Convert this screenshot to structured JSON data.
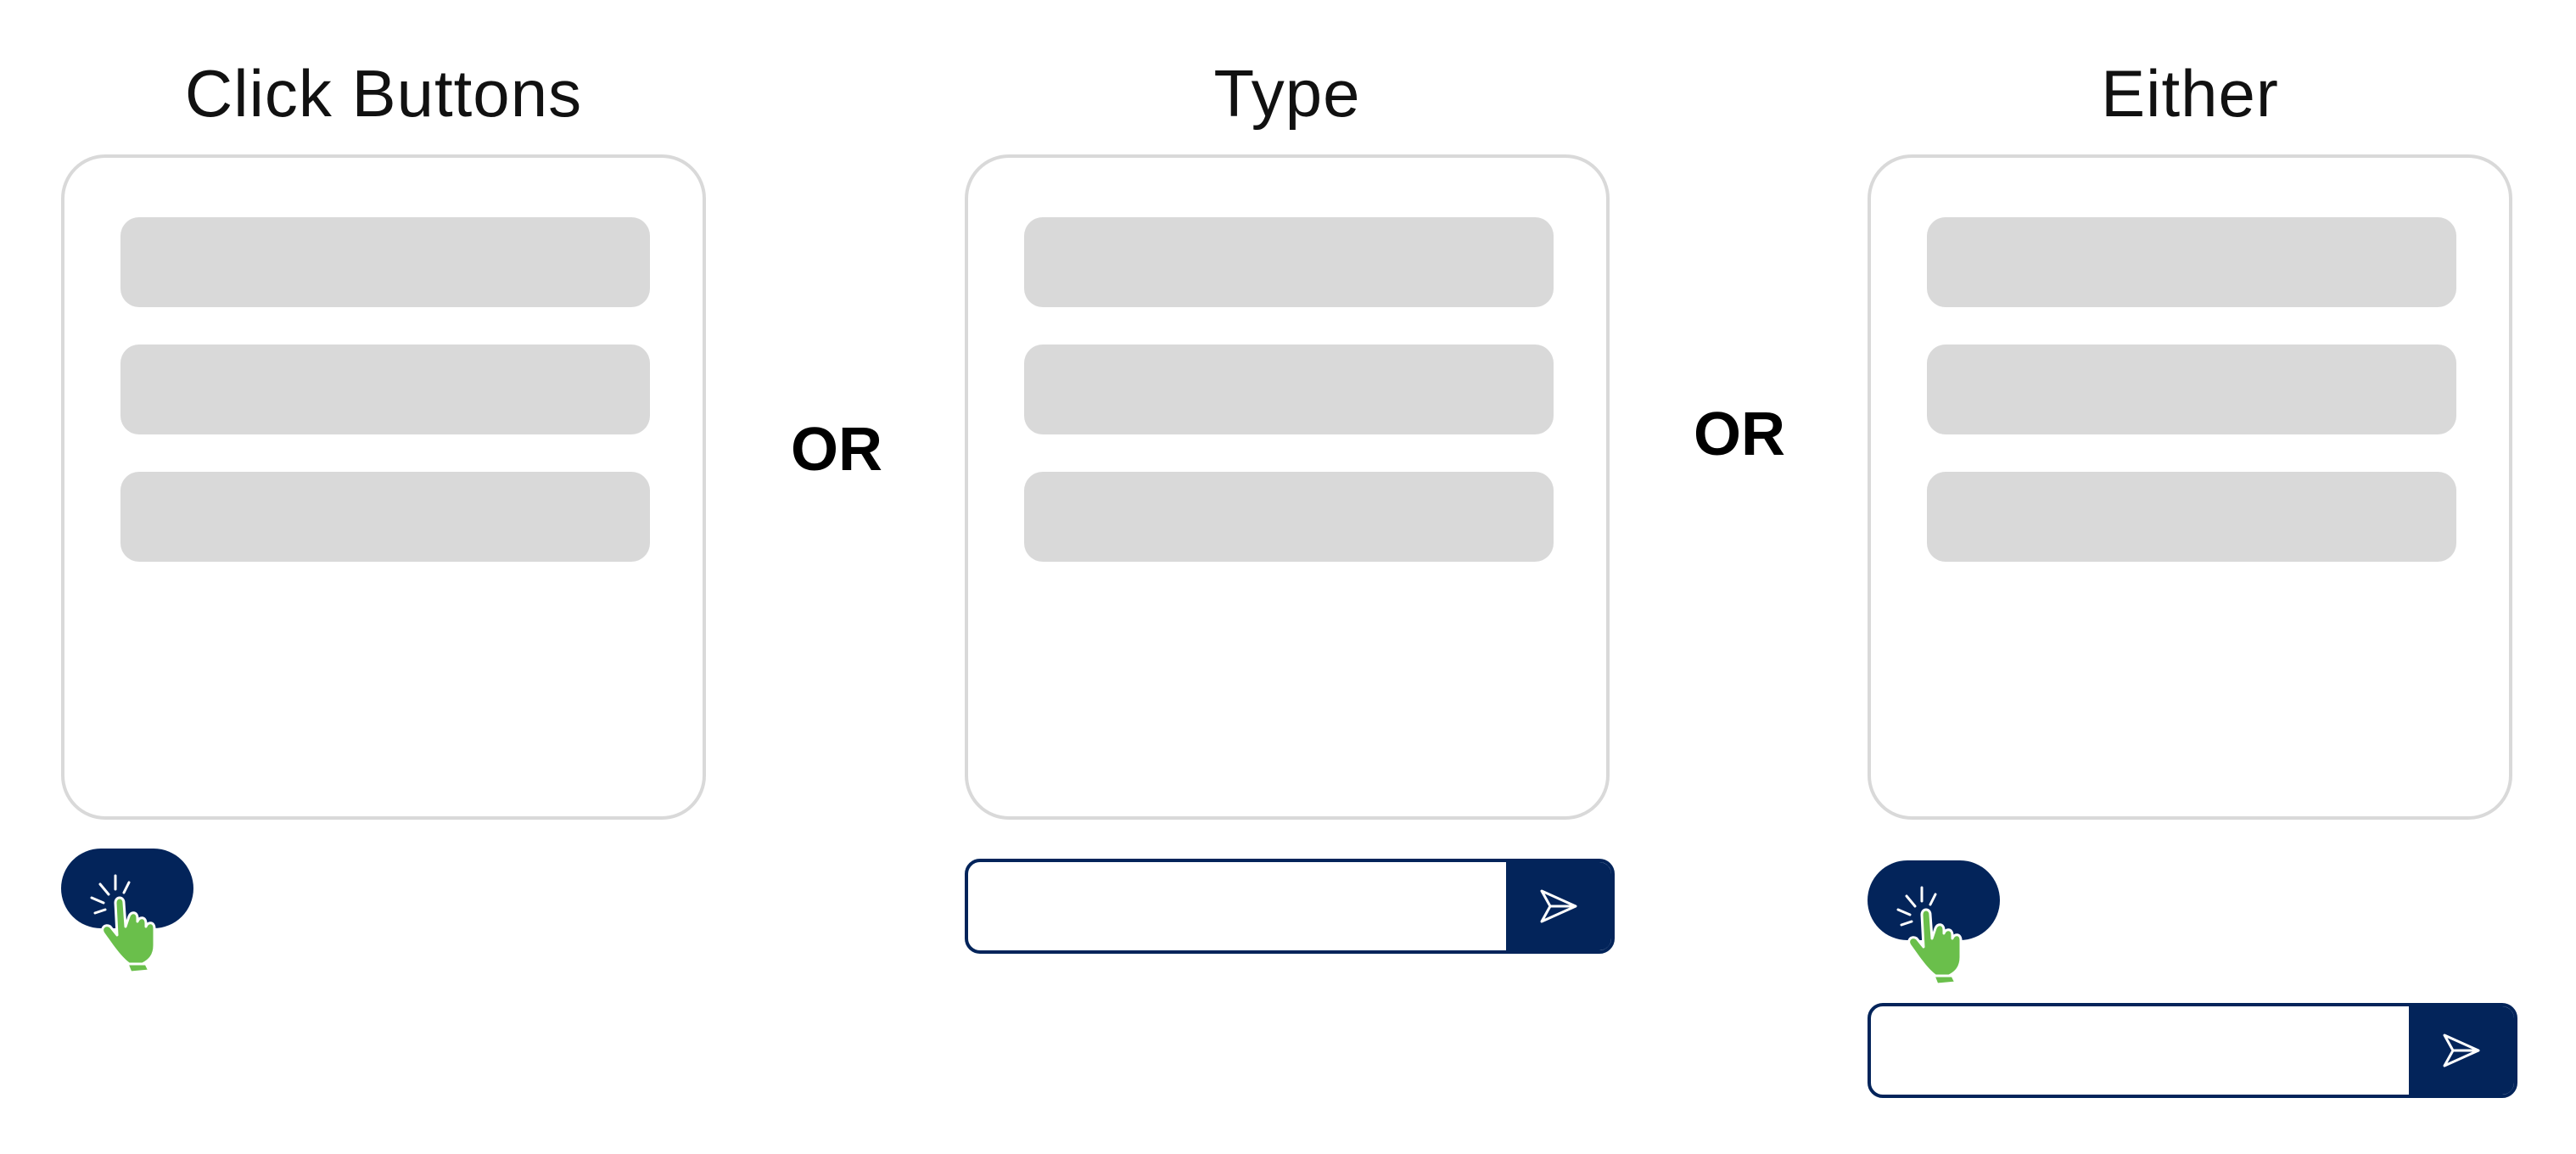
{
  "columns": [
    {
      "title": "Click Buttons",
      "mode": "buttons"
    },
    {
      "title": "Type",
      "mode": "text-input"
    },
    {
      "title": "Either",
      "mode": "buttons-and-text-input"
    }
  ],
  "separators": [
    "OR",
    "OR"
  ],
  "icons": {
    "click": "hand-pointer-click-icon",
    "send": "send-arrow-icon"
  },
  "colors": {
    "navy": "#03245a",
    "placeholder_bar": "#d9d9d9",
    "card_border": "#d9d9d9",
    "hand": "#6abf4b"
  }
}
